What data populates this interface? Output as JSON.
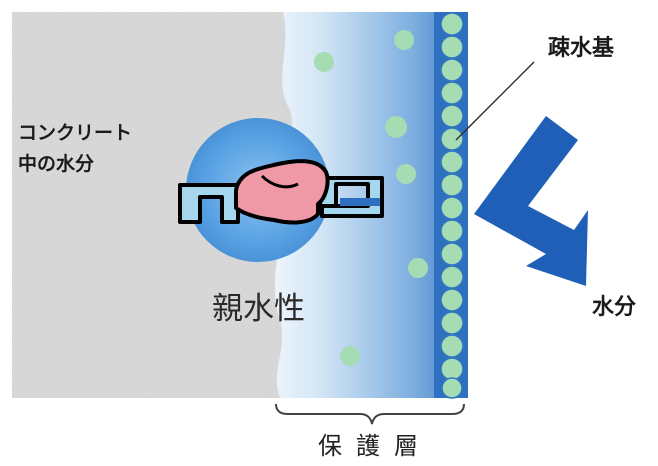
{
  "labels": {
    "concrete_moisture_line1": "コンクリート",
    "concrete_moisture_line2": "中の水分",
    "hydrophilic": "親水性",
    "hydrophobic_group": "疎水基",
    "moisture": "水分",
    "protective_layer": "保護層"
  },
  "colors": {
    "concrete": "#dcdcdc",
    "layer_gradient_start": "#ffffff",
    "layer_gradient_end": "#3d7cc6",
    "circle_fill": "#a6dcb4",
    "circle_stroke": "#2f78c0",
    "hand": "#ef98a6",
    "hydrophilic_glow": "#4d9be0",
    "arrow": "#1f5fb8"
  }
}
